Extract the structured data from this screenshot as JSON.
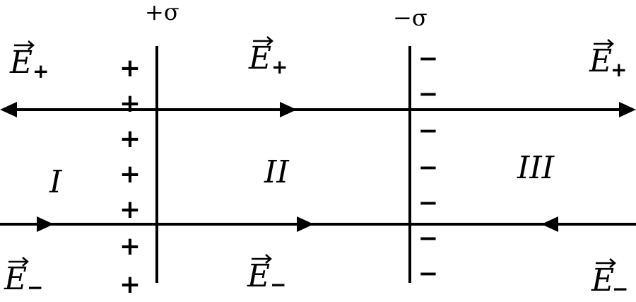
{
  "plates": {
    "positive_label": "+σ",
    "negative_label": "−σ",
    "positive_charge_symbol": "+",
    "negative_charge_symbol": "−"
  },
  "fields": {
    "e_plus_letter": "E",
    "e_plus_subscript": "+",
    "e_minus_letter": "E",
    "e_minus_subscript": "−"
  },
  "regions": {
    "region_1": "I",
    "region_2": "II",
    "region_3": "III"
  },
  "colors": {
    "ink": "#000000",
    "background": "#ffffff"
  }
}
